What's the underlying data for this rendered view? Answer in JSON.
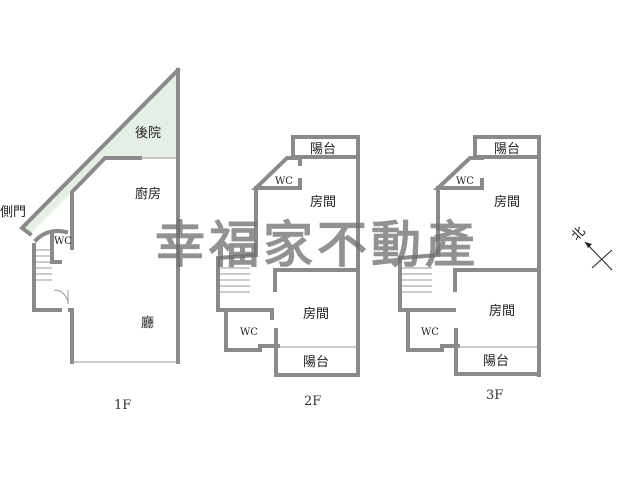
{
  "floors": [
    {
      "label": "1F",
      "rooms": {
        "backyard": "後院",
        "kitchen": "廚房",
        "side_door": "側門",
        "wc": "WC",
        "living": "廳"
      }
    },
    {
      "label": "2F",
      "rooms": {
        "balcony_top": "陽台",
        "wc_top": "WC",
        "room_1": "房間",
        "room_2": "房間",
        "wc_bottom": "WC",
        "balcony_bottom": "陽台"
      }
    },
    {
      "label": "3F",
      "rooms": {
        "balcony_top": "陽台",
        "wc_top": "WC",
        "room_1": "房間",
        "room_2": "房間",
        "wc_bottom": "WC",
        "balcony_bottom": "陽台"
      }
    }
  ],
  "watermark": "幸福家不動產",
  "compass": {
    "label": "北"
  },
  "colors": {
    "wall": "#8a8a8a",
    "backyard_fill": "#e6efe6",
    "watermark": "#6e6e6e"
  }
}
